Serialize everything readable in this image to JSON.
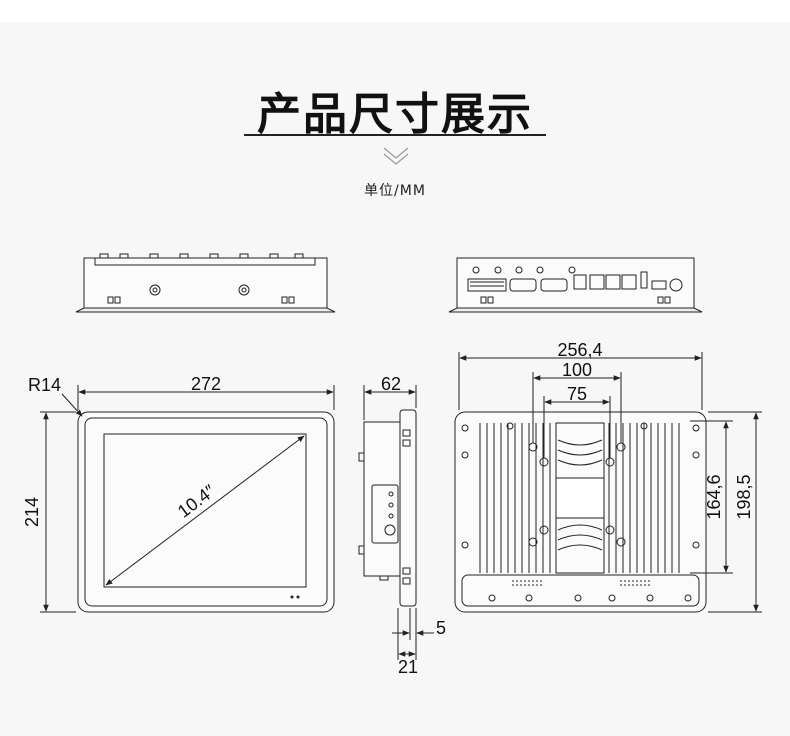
{
  "page": {
    "title": "产品尺寸展示",
    "unit_label": "单位/MM"
  },
  "front_view": {
    "corner_radius": "R14",
    "width": "272",
    "height": "214",
    "diagonal": "10.4″"
  },
  "side_view": {
    "depth": "62",
    "bezel_thickness": "5",
    "panel_offset": "21"
  },
  "back_view": {
    "width": "256,4",
    "vesa_outer": "100",
    "vesa_inner": "75",
    "inner_height": "164,6",
    "outer_height": "198,5"
  },
  "colors": {
    "line": "#222222",
    "background": "#f7f7f7"
  }
}
